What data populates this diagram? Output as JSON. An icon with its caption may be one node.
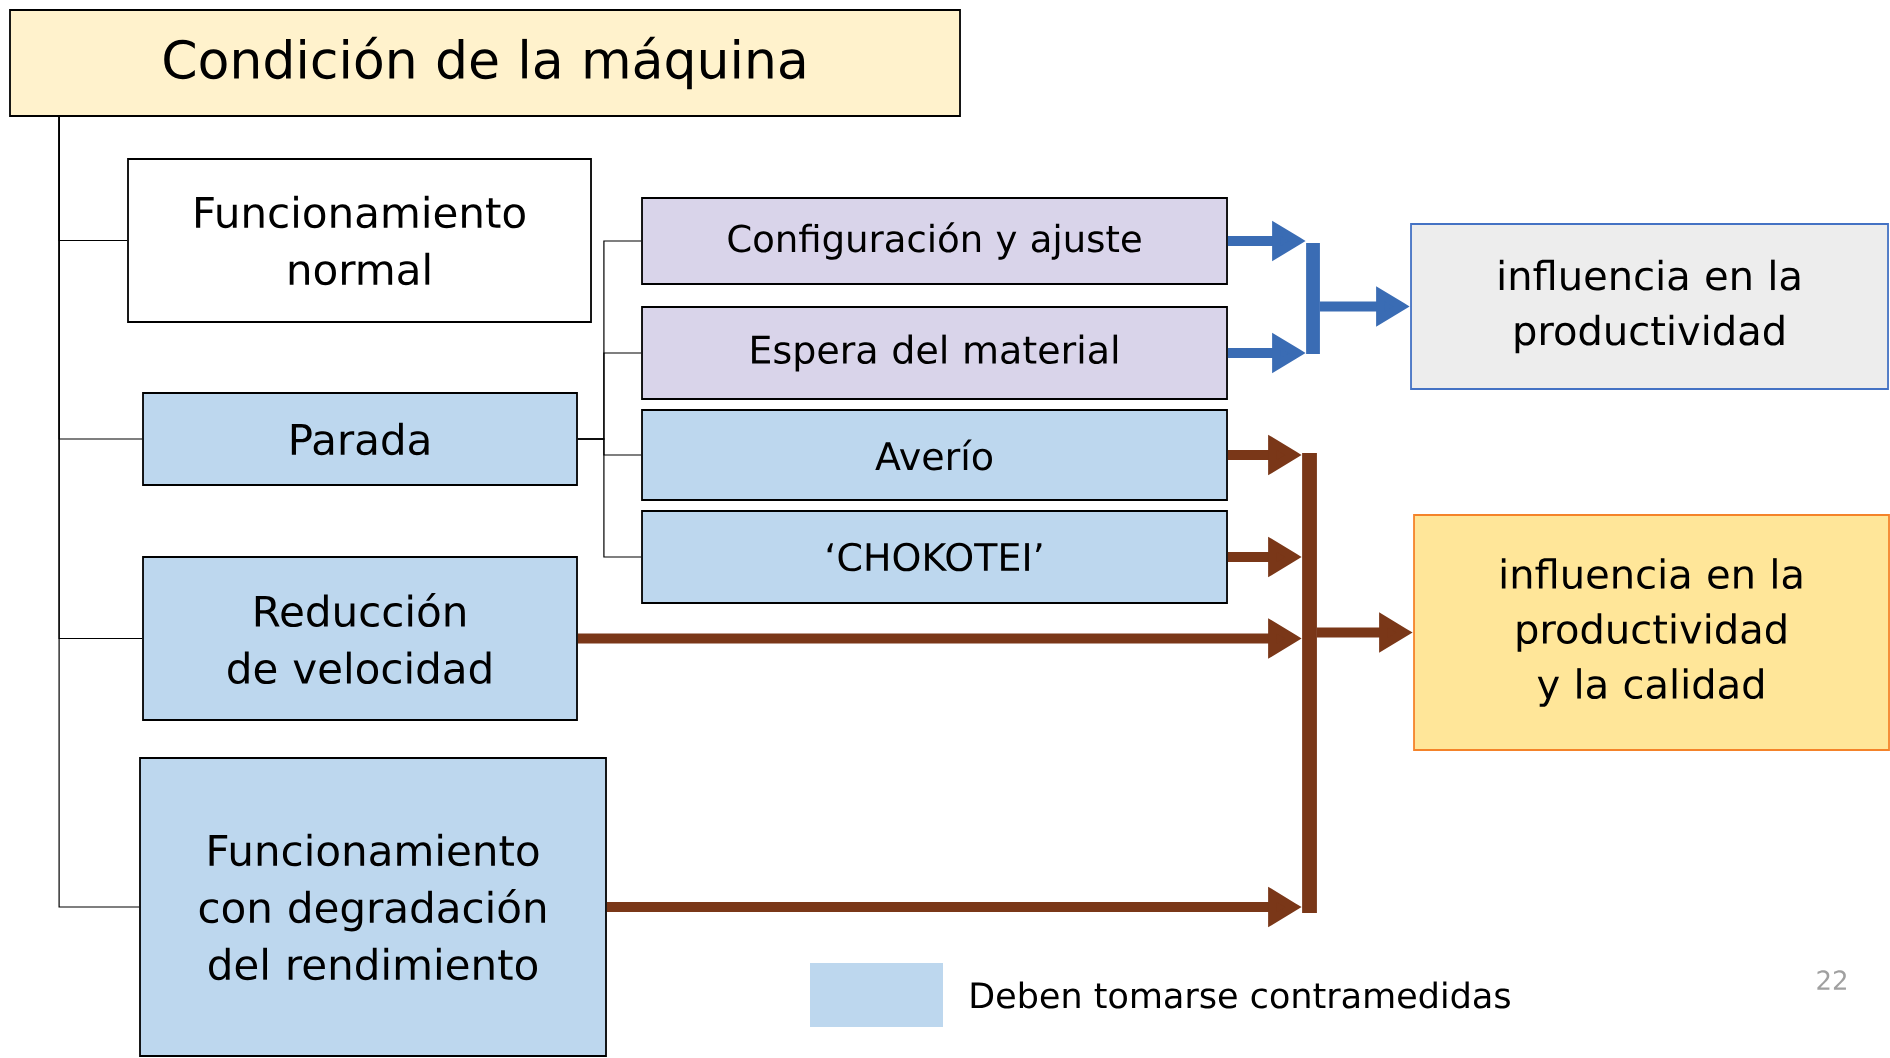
{
  "diagram": {
    "nodes": [
      {
        "text": [
          "Condición de la máquina"
        ]
      },
      {
        "text": [
          "Funcionamiento normal"
        ]
      },
      {
        "text": [
          "Parada"
        ]
      },
      {
        "text": [
          "Reducción de velocidad"
        ]
      },
      {
        "text": [
          "Funcionamiento con degradación del rendimiento"
        ]
      },
      {
        "text": [
          "Configuración y ajuste"
        ]
      },
      {
        "text": [
          "Espera del material"
        ]
      },
      {
        "text": [
          "Averío"
        ]
      },
      {
        "text": [
          "‘CHOKOTEI’"
        ]
      },
      {
        "text": [
          "influencia en la productividad"
        ]
      },
      {
        "text": [
          "influencia en la productividad y la calidad"
        ]
      },
      {
        "text": [],
        "shape": "bar"
      },
      {
        "text": [],
        "shape": "bar"
      }
    ],
    "edges": [
      {
        "from": 0,
        "to": 1,
        "arrow": "none",
        "color": "#000000"
      },
      {
        "from": 0,
        "to": 2,
        "arrow": "none",
        "color": "#000000"
      },
      {
        "from": 0,
        "to": 3,
        "arrow": "none",
        "color": "#000000"
      },
      {
        "from": 0,
        "to": 4,
        "arrow": "none",
        "color": "#000000"
      },
      {
        "from": 2,
        "to": 5,
        "arrow": "none",
        "color": "#000000"
      },
      {
        "from": 2,
        "to": 6,
        "arrow": "none",
        "color": "#000000"
      },
      {
        "from": 2,
        "to": 7,
        "arrow": "none",
        "color": "#000000"
      },
      {
        "from": 2,
        "to": 8,
        "arrow": "none",
        "color": "#000000"
      },
      {
        "from": 5,
        "to": 11,
        "arrow": "to",
        "style": "thick",
        "color": "#3a6cb4"
      },
      {
        "from": 6,
        "to": 11,
        "arrow": "to",
        "style": "thick",
        "color": "#3a6cb4"
      },
      {
        "from": 11,
        "to": 9,
        "arrow": "to",
        "style": "thick",
        "color": "#3a6cb4"
      },
      {
        "from": 7,
        "to": 12,
        "arrow": "to",
        "style": "thick",
        "color": "#7a3718"
      },
      {
        "from": 8,
        "to": 12,
        "arrow": "to",
        "style": "thick",
        "color": "#7a3718"
      },
      {
        "from": 3,
        "to": 12,
        "arrow": "to",
        "style": "thick",
        "color": "#7a3718"
      },
      {
        "from": 4,
        "to": 12,
        "arrow": "to",
        "style": "thick",
        "color": "#7a3718"
      },
      {
        "from": 12,
        "to": 10,
        "arrow": "to",
        "style": "thick",
        "color": "#7a3718"
      }
    ],
    "labels": [
      "22"
    ],
    "legend": [
      {
        "text": "Deben tomarse contramedidas",
        "color": "#bdd7ee"
      }
    ]
  }
}
